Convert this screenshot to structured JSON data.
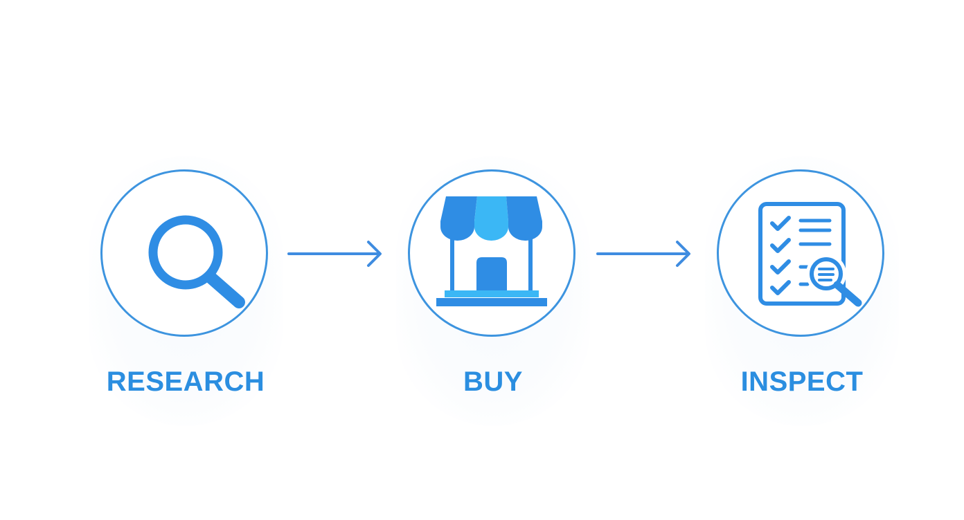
{
  "colors": {
    "accent": "#2b8ee0",
    "stroke": "#3d94df",
    "icon_primary": "#2f8de4",
    "icon_light": "#3bb7f5",
    "arrow": "#3f8ce0"
  },
  "steps": [
    {
      "label": "RESEARCH",
      "icon": "magnifying-glass-icon"
    },
    {
      "label": "BUY",
      "icon": "storefront-icon"
    },
    {
      "label": "INSPECT",
      "icon": "checklist-inspection-icon"
    }
  ],
  "connectors": [
    {
      "icon": "right-arrow-icon"
    },
    {
      "icon": "right-arrow-icon"
    }
  ]
}
